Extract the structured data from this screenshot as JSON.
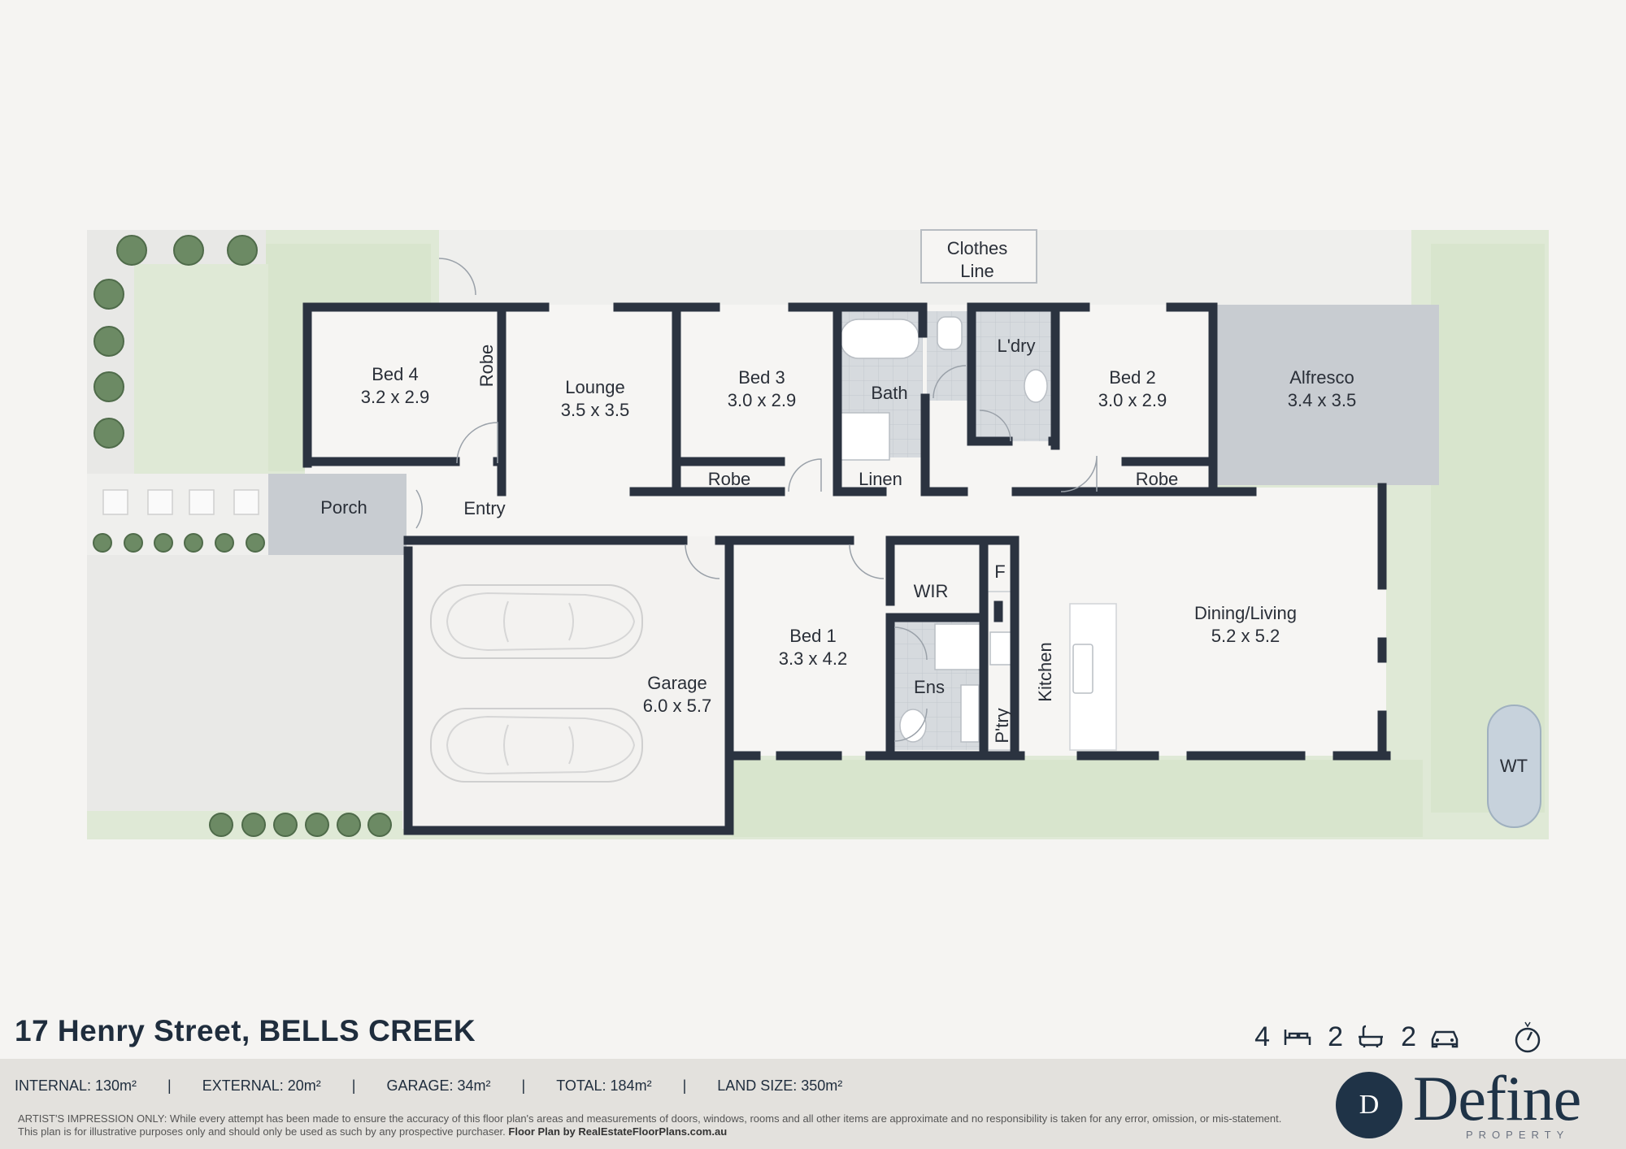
{
  "rooms": {
    "bed4": {
      "name": "Bed 4",
      "dims": "3.2 x 2.9"
    },
    "robe_bed4": "Robe",
    "lounge": {
      "name": "Lounge",
      "dims": "3.5 x 3.5"
    },
    "bed3": {
      "name": "Bed 3",
      "dims": "3.0 x 2.9"
    },
    "robe_bed3": "Robe",
    "bath": "Bath",
    "laundry": "L'dry",
    "bed2": {
      "name": "Bed 2",
      "dims": "3.0 x 2.9"
    },
    "robe_bed2": "Robe",
    "alfresco": {
      "name": "Alfresco",
      "dims": "3.4 x 3.5"
    },
    "linen": "Linen",
    "porch": "Porch",
    "entry": "Entry",
    "garage": {
      "name": "Garage",
      "dims": "6.0 x 5.7"
    },
    "bed1": {
      "name": "Bed 1",
      "dims": "3.3 x 4.2"
    },
    "wir": "WIR",
    "ens": "Ens",
    "fridge": "F",
    "pantry": "P'try",
    "kitchen": "Kitchen",
    "dining_living": {
      "name": "Dining/Living",
      "dims": "5.2 x 5.2"
    },
    "clothes_line": [
      "Clothes",
      "Line"
    ],
    "water_tank": "WT"
  },
  "footer": {
    "address": "17 Henry Street, BELLS CREEK",
    "bedrooms": "4",
    "bathrooms": "2",
    "car_spaces": "2",
    "areas": [
      "INTERNAL: 130m²",
      "EXTERNAL: 20m²",
      "GARAGE: 34m²",
      "TOTAL: 184m²",
      "LAND SIZE: 350m²"
    ],
    "separator": "|",
    "disclaimer": "ARTIST'S IMPRESSION ONLY: While every attempt has been made to ensure the accuracy of this floor plan's areas and measurements of doors, windows, rooms and all other items are approximate and no responsibility is taken for any error, omission, or mis-statement. This plan is for illustrative purposes only and should only be used as such by any prospective purchaser.",
    "credit": "Floor Plan by RealEstateFloorPlans.com.au"
  },
  "brand": {
    "initial": "D",
    "name": "Define",
    "tagline": "PROPERTY",
    "color": "#1f3347"
  },
  "icons": [
    "bed-icon",
    "bath-icon",
    "car-icon",
    "compass-icon"
  ],
  "colors": {
    "background": "#f5f4f2",
    "lawn": "#dde9d3",
    "walls": "#2b3340",
    "tiles": "#d5d9dd",
    "alfresco": "#c8ccd1",
    "driveway": "#e9e9e7"
  }
}
